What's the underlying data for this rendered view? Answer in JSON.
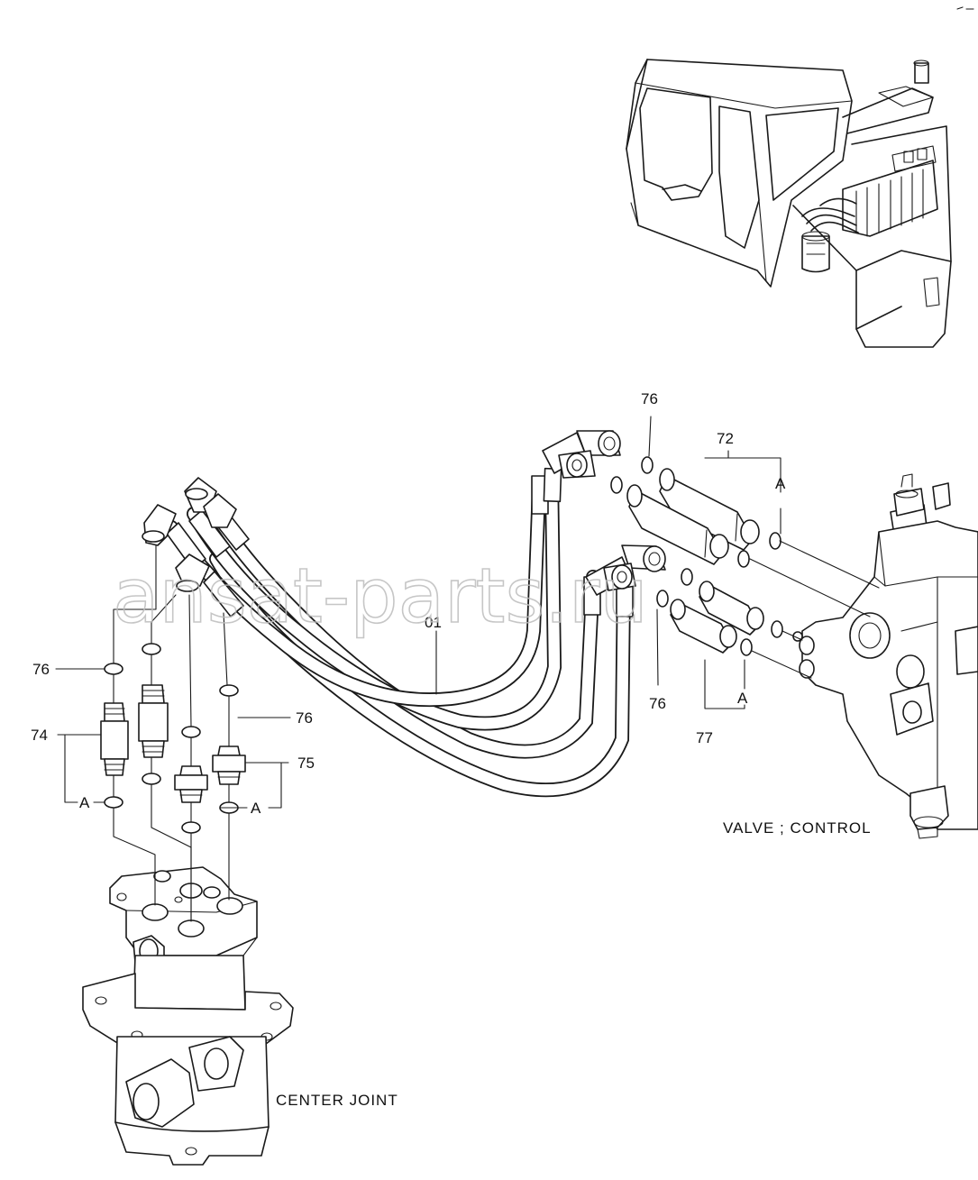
{
  "diagram": {
    "watermark": "ansat-parts.ru",
    "captions": {
      "valve": "VALVE ; CONTROL",
      "center_joint": "CENTER  JOINT"
    },
    "part_labels": [
      {
        "id": "p76a",
        "text": "76"
      },
      {
        "id": "p72",
        "text": "72"
      },
      {
        "id": "pA1",
        "text": "A"
      },
      {
        "id": "p01",
        "text": "01"
      },
      {
        "id": "p76b",
        "text": "76"
      },
      {
        "id": "pA2",
        "text": "A"
      },
      {
        "id": "p77",
        "text": "77"
      },
      {
        "id": "p76c",
        "text": "76"
      },
      {
        "id": "p74",
        "text": "74"
      },
      {
        "id": "pA3",
        "text": "A"
      },
      {
        "id": "p76d",
        "text": "76"
      },
      {
        "id": "p75",
        "text": "75"
      },
      {
        "id": "pA4",
        "text": "A"
      }
    ]
  }
}
